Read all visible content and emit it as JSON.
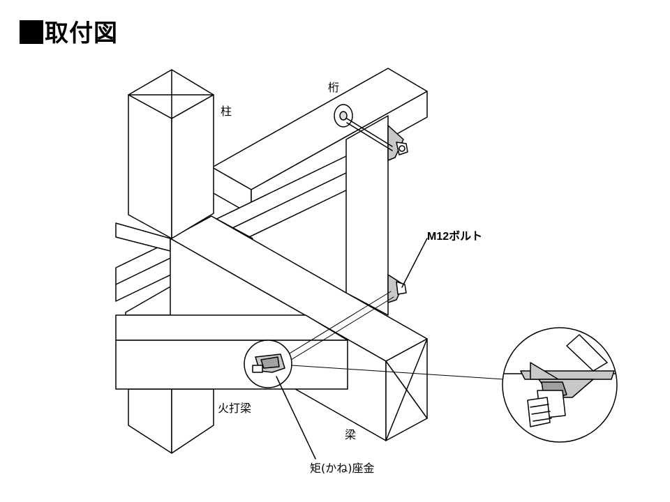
{
  "page": {
    "title": "取付図"
  },
  "labels": {
    "post": "柱",
    "girder": "桁",
    "bolt": "M12ボルト",
    "angle_brace": "火打梁",
    "beam": "梁",
    "washer": "矩(かね)座金"
  },
  "colors": {
    "line": "#000000",
    "background": "#ffffff",
    "plate_fill": "#c8c8c8",
    "plate_fill_dark": "#a0a0a0"
  }
}
